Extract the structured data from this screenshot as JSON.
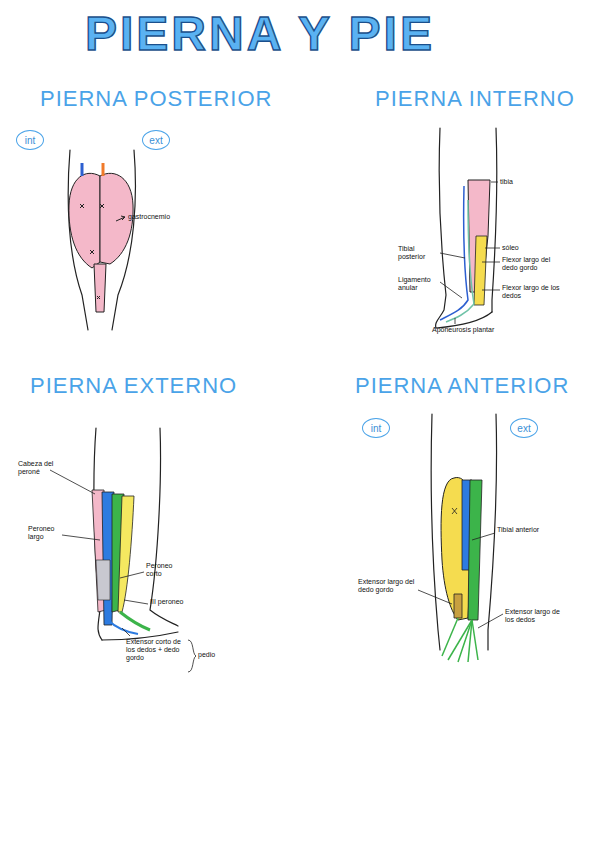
{
  "diagram": {
    "title": "PIERNA Y PIE",
    "nodes": [
      {
        "text": [
          "int"
        ]
      },
      {
        "text": [
          "ext"
        ]
      },
      {
        "text": [
          "int"
        ]
      },
      {
        "text": [
          "ext"
        ]
      }
    ],
    "labels": [
      "PIERNA POSTERIOR",
      "gastrocnemio",
      "PIERNA INTERNO",
      "tibia",
      "Tibial posterior",
      "sóleo",
      "Flexor largo del dedo gordo",
      "Ligamento anular",
      "Flexor largo de los dedos",
      "Aponeurosis plantar",
      "PIERNA EXTERNO",
      "Cabeza del peroné",
      "Peroneo largo",
      "Peroneo corto",
      "III peroneo",
      "Extensor corto de los dedos + dedo gordo",
      "pedio",
      "PIERNA ANTERIOR",
      "Tibial anterior",
      "Extensor largo del dedo gordo",
      "Extensor largo de los dedos"
    ]
  }
}
